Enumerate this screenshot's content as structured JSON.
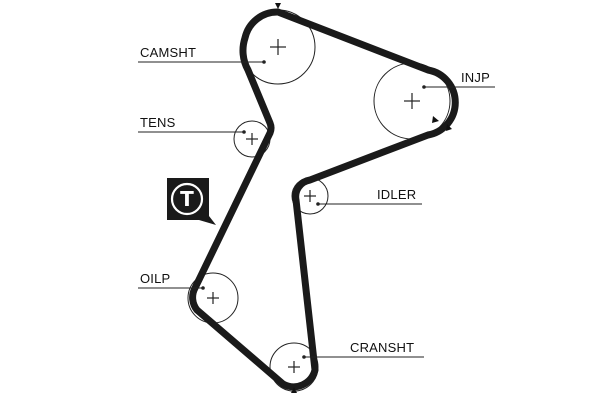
{
  "labels": {
    "camsht": "CAMSHT",
    "injp": "INJP",
    "tens": "TENS",
    "idler": "IDLER",
    "oilp": "OILP",
    "cransht": "CRANSHT"
  },
  "badge": {
    "letter": "T",
    "icon": "timing-belt-badge-icon"
  },
  "colors": {
    "belt": "#1a1a1a",
    "badge": "#1a1a1a",
    "background": "#ffffff"
  }
}
